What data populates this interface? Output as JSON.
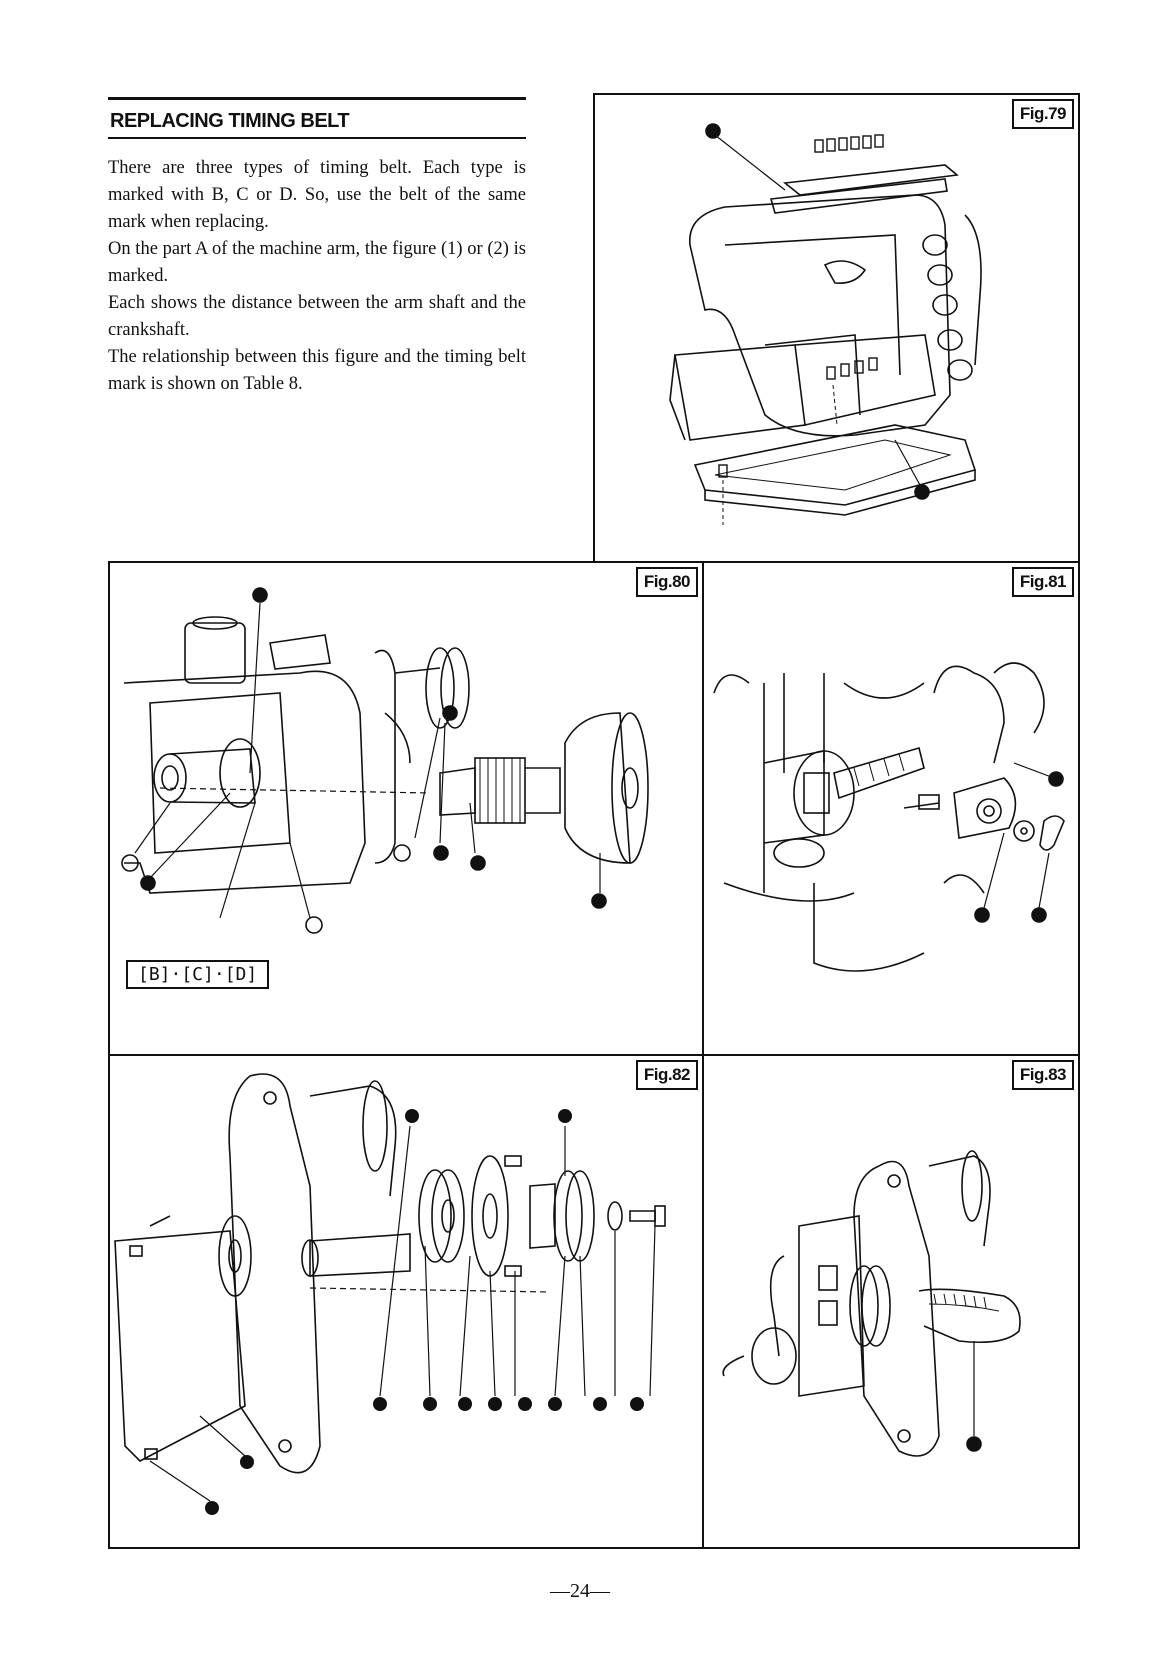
{
  "section": {
    "title": "REPLACING TIMING BELT",
    "paragraphs": [
      "There are three types of timing belt. Each type is marked with B, C or D. So, use the belt of the same mark when replacing.",
      "On the part A of the machine arm, the figure (1) or (2) is marked.",
      "Each shows the distance between the arm shaft and the crankshaft.",
      "The relationship between this figure and the timing belt mark is shown on Table 8."
    ]
  },
  "figures": {
    "fig79": {
      "label": "Fig.79"
    },
    "fig80": {
      "label": "Fig.80",
      "belt_marks": "[B]·[C]·[D]"
    },
    "fig81": {
      "label": "Fig.81"
    },
    "fig82": {
      "label": "Fig.82"
    },
    "fig83": {
      "label": "Fig.83"
    }
  },
  "page_number": "—24—"
}
